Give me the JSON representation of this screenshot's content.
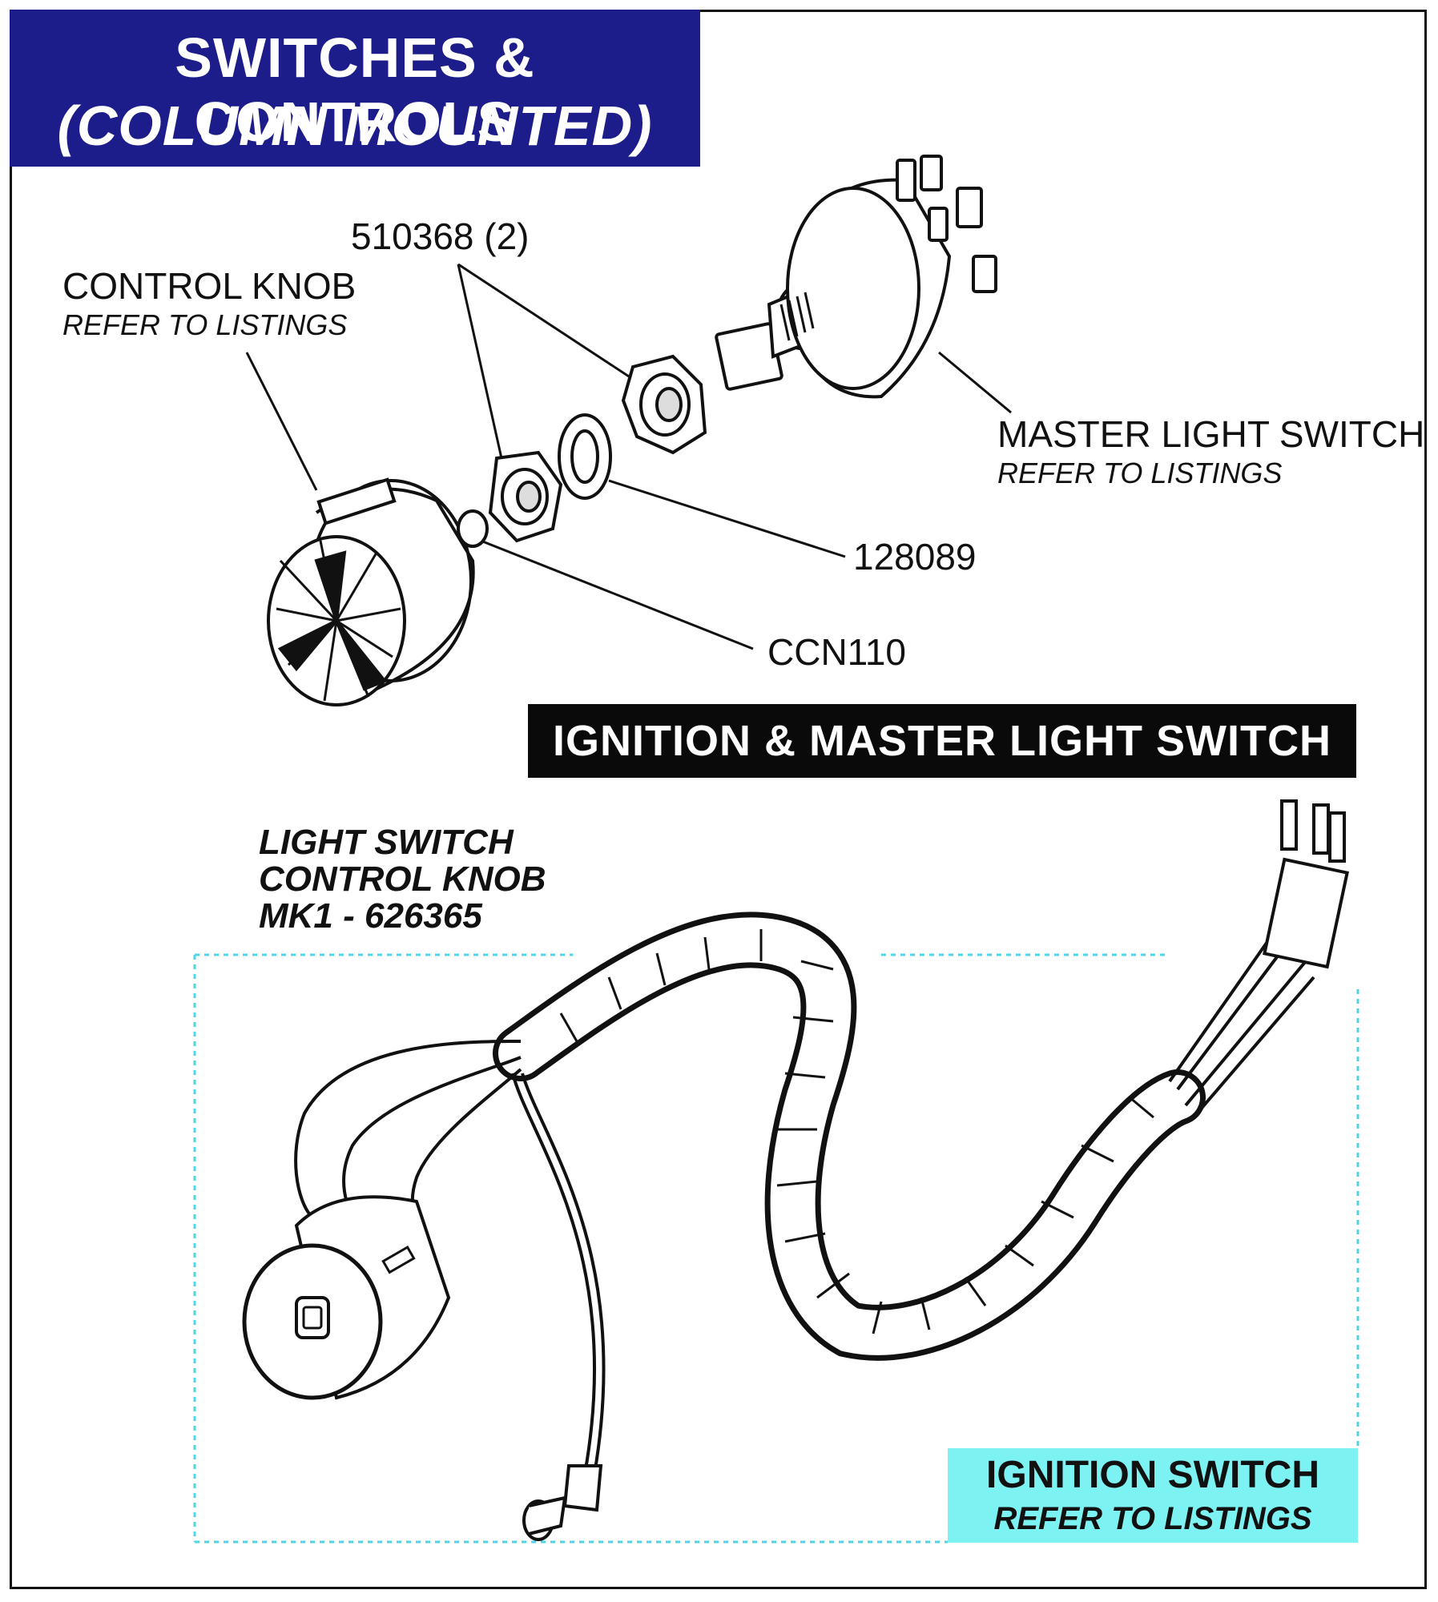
{
  "header": {
    "title_line1": "SWITCHES & CONTROLS",
    "title_line2": "(COLUMN MOUNTED)"
  },
  "labels": {
    "control_knob": "CONTROL KNOB",
    "control_knob_ref": "REFER TO LISTINGS",
    "nut_part": "510368 (2)",
    "master_switch": "MASTER LIGHT SWITCH",
    "master_switch_ref": "REFER TO LISTINGS",
    "washer_part": "128089",
    "spacer_part": "CCN110"
  },
  "section": {
    "title": "IGNITION & MASTER LIGHT SWITCH"
  },
  "light_knob": {
    "line1": "LIGHT SWITCH",
    "line2": "CONTROL KNOB",
    "line3": "MK1 - 626365"
  },
  "ignition": {
    "title": "IGNITION SWITCH",
    "ref": "REFER TO LISTINGS"
  },
  "colors": {
    "title_bg": "#1c1c8a",
    "section_bg": "#0a0a0a",
    "ignition_bg": "#7df2f2",
    "dotted_border": "#4fd6e6"
  }
}
